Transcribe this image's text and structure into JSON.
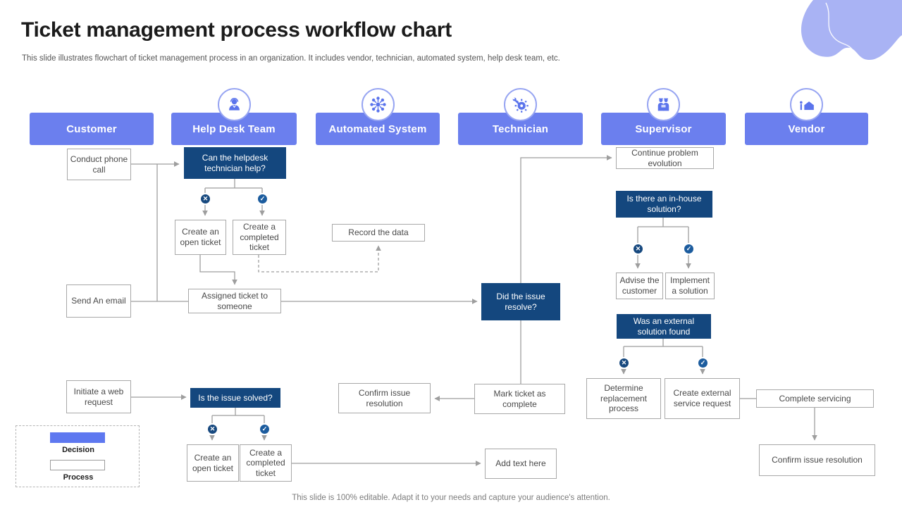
{
  "slide": {
    "title": "Ticket management process workflow chart",
    "subtitle": "This slide illustrates flowchart of ticket management process in an organization. It includes vendor, technician, automated system, help desk team, etc.",
    "footer": "This slide is 100% editable. Adapt it to your needs and capture your audience's attention."
  },
  "colors": {
    "header_bar": "#6B7FEE",
    "decision_box": "#14477E",
    "process_border": "#A8A8A8",
    "connector": "#9E9E9E",
    "blob": "#A9B3F4"
  },
  "columns": [
    {
      "label": "Customer"
    },
    {
      "label": "Help Desk Team",
      "icon": "support-agent-icon"
    },
    {
      "label": "Automated System",
      "icon": "network-hub-icon"
    },
    {
      "label": "Technician",
      "icon": "gear-wrench-icon"
    },
    {
      "label": "Supervisor",
      "icon": "team-icon"
    },
    {
      "label": "Vendor",
      "icon": "house-icon"
    }
  ],
  "nodes": {
    "conduct_phone_call": "Conduct phone call",
    "send_an_email": "Send An email",
    "initiate_web_request": "Initiate a web request",
    "can_helpdesk_help": "Can the helpdesk technician help?",
    "create_open_ticket_1": "Create an open ticket",
    "create_completed_ticket_1": "Create a completed ticket",
    "assigned_ticket": "Assigned ticket to someone",
    "is_issue_solved": "Is the issue solved?",
    "create_open_ticket_2": "Create an open ticket",
    "create_completed_ticket_2": "Create a completed ticket",
    "record_data": "Record the data",
    "confirm_issue_resolution_1": "Confirm issue resolution",
    "did_issue_resolve": "Did the issue resolve?",
    "mark_ticket_complete": "Mark ticket as complete",
    "add_text_here": "Add text here",
    "continue_problem_evolution": "Continue problem evolution",
    "in_house_solution": "Is there an in-house solution?",
    "advise_customer": "Advise the customer",
    "implement_solution": "Implement a solution",
    "external_solution_found": "Was an external solution found",
    "determine_replacement": "Determine replacement process",
    "create_external_request": "Create external service request",
    "complete_servicing": "Complete servicing",
    "confirm_issue_resolution_2": "Confirm issue resolution"
  },
  "badges": {
    "no": "✕",
    "yes": "✓"
  },
  "legend": {
    "decision": "Decision",
    "process": "Process"
  }
}
